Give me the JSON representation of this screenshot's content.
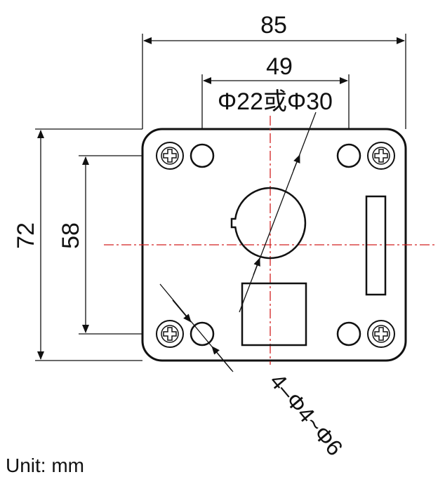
{
  "drawing": {
    "width_label": "85",
    "hole_spacing_label": "49",
    "height_label": "72",
    "hole_vertical_label": "58",
    "center_hole_label": "Φ22或Φ30",
    "mount_holes_label": "4–Φ4~Φ6",
    "unit_label": "Unit: mm"
  },
  "colors": {
    "line": "#111111",
    "centerline": "#d22020"
  }
}
